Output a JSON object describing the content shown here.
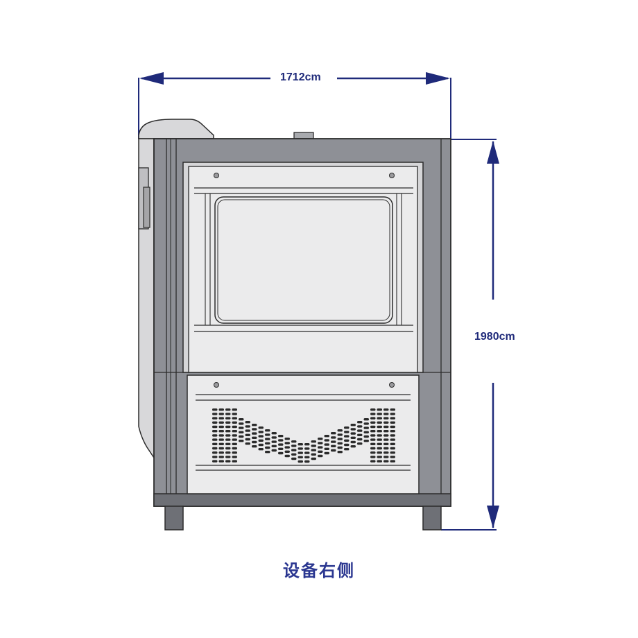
{
  "dimensions": {
    "width_label": "1712cm",
    "height_label": "1980cm"
  },
  "caption": "设备右侧",
  "colors": {
    "dimension_line": "#1f2a7a",
    "frame_outer": "#8e9096",
    "frame_dark": "#6e7076",
    "panel_light": "#ebebec",
    "panel_mid": "#cdcdcf",
    "outline": "#2b2b2b",
    "caption": "#2a3690"
  },
  "icons": {
    "width_arrow": "double-arrow-horizontal-icon",
    "height_arrow": "double-arrow-vertical-icon",
    "vent": "ventilation-grille-icon"
  }
}
